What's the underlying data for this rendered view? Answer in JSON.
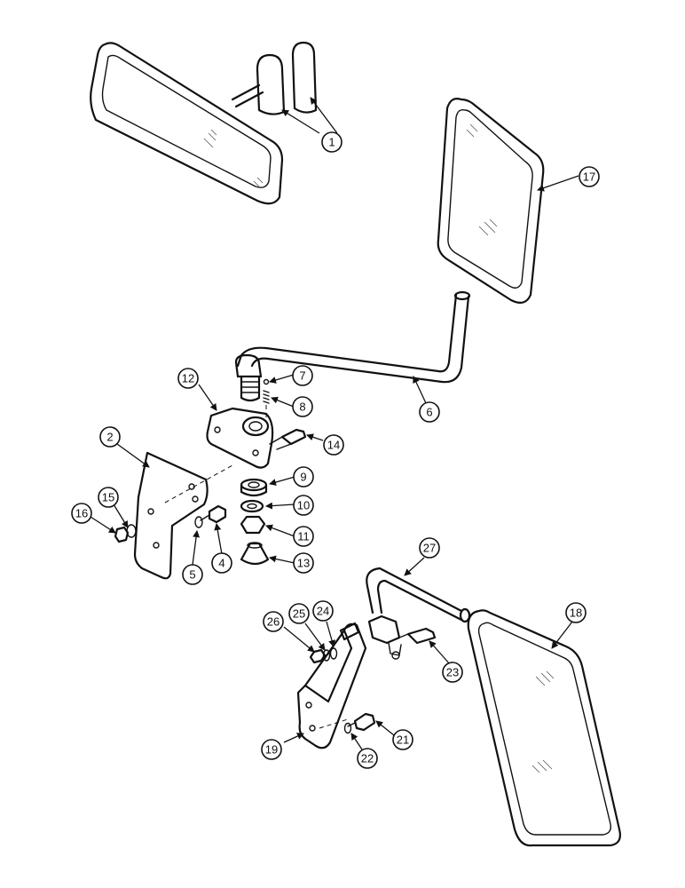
{
  "callouts": [
    {
      "id": "c1",
      "label": "1"
    },
    {
      "id": "c17",
      "label": "17"
    },
    {
      "id": "c12",
      "label": "12"
    },
    {
      "id": "c7",
      "label": "7"
    },
    {
      "id": "c8",
      "label": "8"
    },
    {
      "id": "c6",
      "label": "6"
    },
    {
      "id": "c14",
      "label": "14"
    },
    {
      "id": "c2",
      "label": "2"
    },
    {
      "id": "c9",
      "label": "9"
    },
    {
      "id": "c15",
      "label": "15"
    },
    {
      "id": "c10",
      "label": "10"
    },
    {
      "id": "c16",
      "label": "16"
    },
    {
      "id": "c11",
      "label": "11"
    },
    {
      "id": "c4",
      "label": "4"
    },
    {
      "id": "c5",
      "label": "5"
    },
    {
      "id": "c13",
      "label": "13"
    },
    {
      "id": "c27",
      "label": "27"
    },
    {
      "id": "c18",
      "label": "18"
    },
    {
      "id": "c26",
      "label": "26"
    },
    {
      "id": "c25",
      "label": "25"
    },
    {
      "id": "c24",
      "label": "24"
    },
    {
      "id": "c23",
      "label": "23"
    },
    {
      "id": "c19",
      "label": "19"
    },
    {
      "id": "c21",
      "label": "21"
    },
    {
      "id": "c22",
      "label": "22"
    }
  ]
}
